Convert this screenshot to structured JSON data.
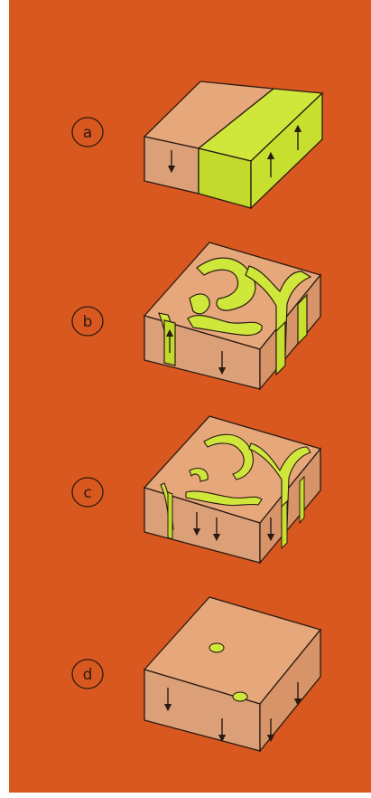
{
  "panels": [
    {
      "id": "a",
      "label": "a"
    },
    {
      "id": "b",
      "label": "b"
    },
    {
      "id": "c",
      "label": "c"
    },
    {
      "id": "d",
      "label": "d"
    }
  ],
  "colors": {
    "background": "#d9581f",
    "block_top": "#e6a77b",
    "block_front": "#dca078",
    "block_side": "#d69468",
    "yellow_top": "#cfe63a",
    "yellow_front": "#c2da2c",
    "outline": "#2a1a12"
  }
}
